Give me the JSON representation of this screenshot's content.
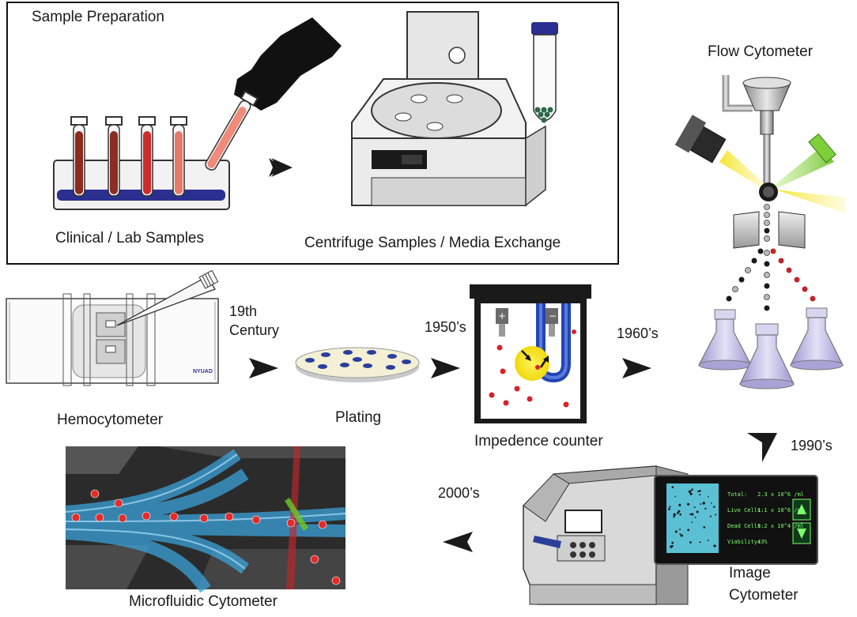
{
  "sample_prep": {
    "title": "Sample Preparation",
    "clinical_label": "Clinical / Lab Samples",
    "centrifuge_label": "Centrifuge Samples / Media Exchange"
  },
  "flow": {
    "label": "Flow Cytometer",
    "era": "1960’s"
  },
  "hemocytometer": {
    "label": "Hemocytometer",
    "brand": "NYUAD",
    "era_line1": "19th",
    "era_line2": "Century"
  },
  "plating": {
    "label": "Plating"
  },
  "impedance": {
    "label": "Impedence counter",
    "era": "1950’s"
  },
  "image_cytometer": {
    "label_line1": "Image",
    "label_line2": "Cytometer",
    "era": "1990’s",
    "screen": {
      "rows": [
        {
          "name": "Total:",
          "value": "2.3 x 10^6 /ml"
        },
        {
          "name": "Live Cells:",
          "value": "1.1 x 10^6 /ml"
        },
        {
          "name": "Dead Cells:",
          "value": "3.2 x 10^4 /ml"
        },
        {
          "name": "Viability:",
          "value": "43%"
        }
      ]
    }
  },
  "microfluidic": {
    "label": "Microfluidic Cytometer",
    "era": "2000’s"
  },
  "colors": {
    "dark_arrow": "#1a1a1a",
    "blood_red": "#c0262b",
    "rack_blue": "#2b2f8f",
    "flask": "#b9b4e0",
    "yellow": "#f4e21a",
    "green": "#6cc127",
    "cell_blue": "#3ba3d9"
  }
}
